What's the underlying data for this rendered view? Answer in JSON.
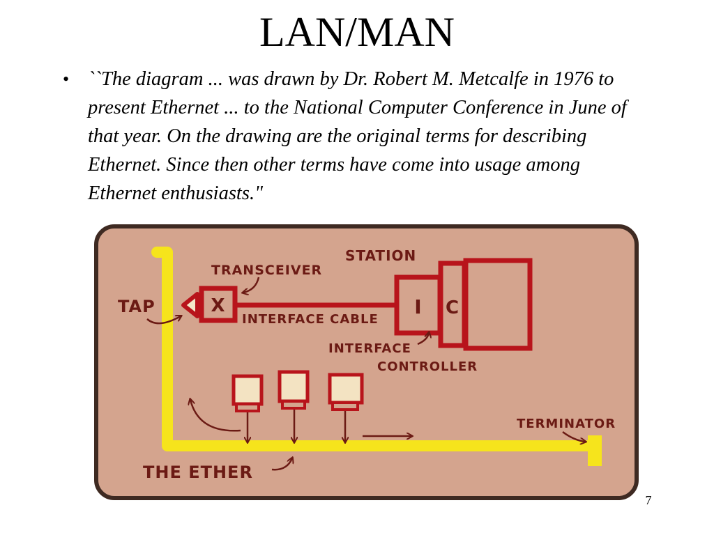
{
  "slide": {
    "title": "LAN/MAN",
    "bullet_symbol": "•",
    "bullet_text": "``The diagram ... was drawn by Dr. Robert M. Metcalfe in 1976 to present Ethernet ... to the National Computer Conference in June of that year. On the drawing are the original terms for describing Ethernet. Since then other terms have come into usage among Ethernet enthusiasts.\"",
    "page_number": "7"
  },
  "diagram": {
    "labels": {
      "station": "STATION",
      "transceiver": "TRANSCEIVER",
      "tap": "TAP",
      "transceiver_box": "X",
      "interface_cable": "INTERFACE CABLE",
      "interface_box": "I",
      "controller_box": "C",
      "interface_controller_line1": "INTERFACE",
      "interface_controller_line2": "CONTROLLER",
      "terminator": "TERMINATOR",
      "ether": "THE ETHER"
    },
    "colors": {
      "background": "#d4a48e",
      "frame": "#3e2a22",
      "ether": "#f6e41c",
      "station": "#b8141b",
      "ink": "#6b1a14"
    }
  }
}
